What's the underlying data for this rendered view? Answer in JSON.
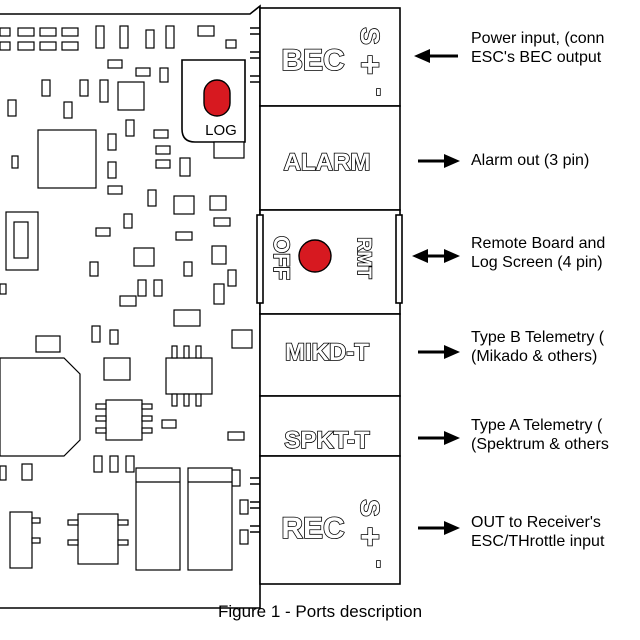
{
  "caption": "Figure 1 - Ports description",
  "led_labels": {
    "log": "LOG",
    "off": "OFF",
    "rmt": "RMT"
  },
  "ports": [
    {
      "id": "bec",
      "label": "BEC",
      "pol_plus": "+",
      "pol_s": "S",
      "pol_minus": "-",
      "desc1": "Power input, (conn",
      "desc2": "ESC's BEC output",
      "arrow": "in"
    },
    {
      "id": "alarm",
      "label": "ALARM",
      "desc1": "Alarm out (3 pin)",
      "desc2": "",
      "arrow": "out"
    },
    {
      "id": "rmt",
      "label": "",
      "desc1": "Remote Board and",
      "desc2": "Log Screen (4 pin)",
      "arrow": "both"
    },
    {
      "id": "mikd",
      "label": "MIKD-T",
      "desc1": "Type B Telemetry (",
      "desc2": "(Mikado & others)",
      "arrow": "out"
    },
    {
      "id": "spkt",
      "label": "SPKT-T",
      "desc1": "Type A Telemetry (",
      "desc2": "(Spektrum & others",
      "arrow": "out"
    },
    {
      "id": "rec",
      "label": "REC",
      "pol_plus": "+",
      "pol_s": "S",
      "pol_minus": "-",
      "desc1": "OUT to Receiver's",
      "desc2": "ESC/THrottle input",
      "arrow": "out"
    }
  ],
  "colors": {
    "led": "#d71920",
    "line": "#000000"
  }
}
